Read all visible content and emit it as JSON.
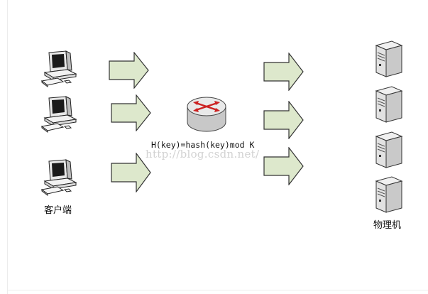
{
  "diagram": {
    "formula": "H(key)=hash(key)mod K",
    "watermark": "http://blog.csdn.net/",
    "client_label": "客户端",
    "server_label": "物理机",
    "clients": [
      {
        "icon": "desktop-computer-icon"
      },
      {
        "icon": "desktop-computer-icon"
      },
      {
        "icon": "desktop-computer-icon"
      }
    ],
    "router": {
      "icon": "router-icon"
    },
    "servers": [
      {
        "icon": "server-tower-icon"
      },
      {
        "icon": "server-tower-icon"
      },
      {
        "icon": "server-tower-icon"
      },
      {
        "icon": "server-tower-icon"
      }
    ],
    "colors": {
      "arrow_fill": "#dde8cc",
      "arrow_stroke": "#333333",
      "router_arrow": "#cc2222"
    }
  }
}
